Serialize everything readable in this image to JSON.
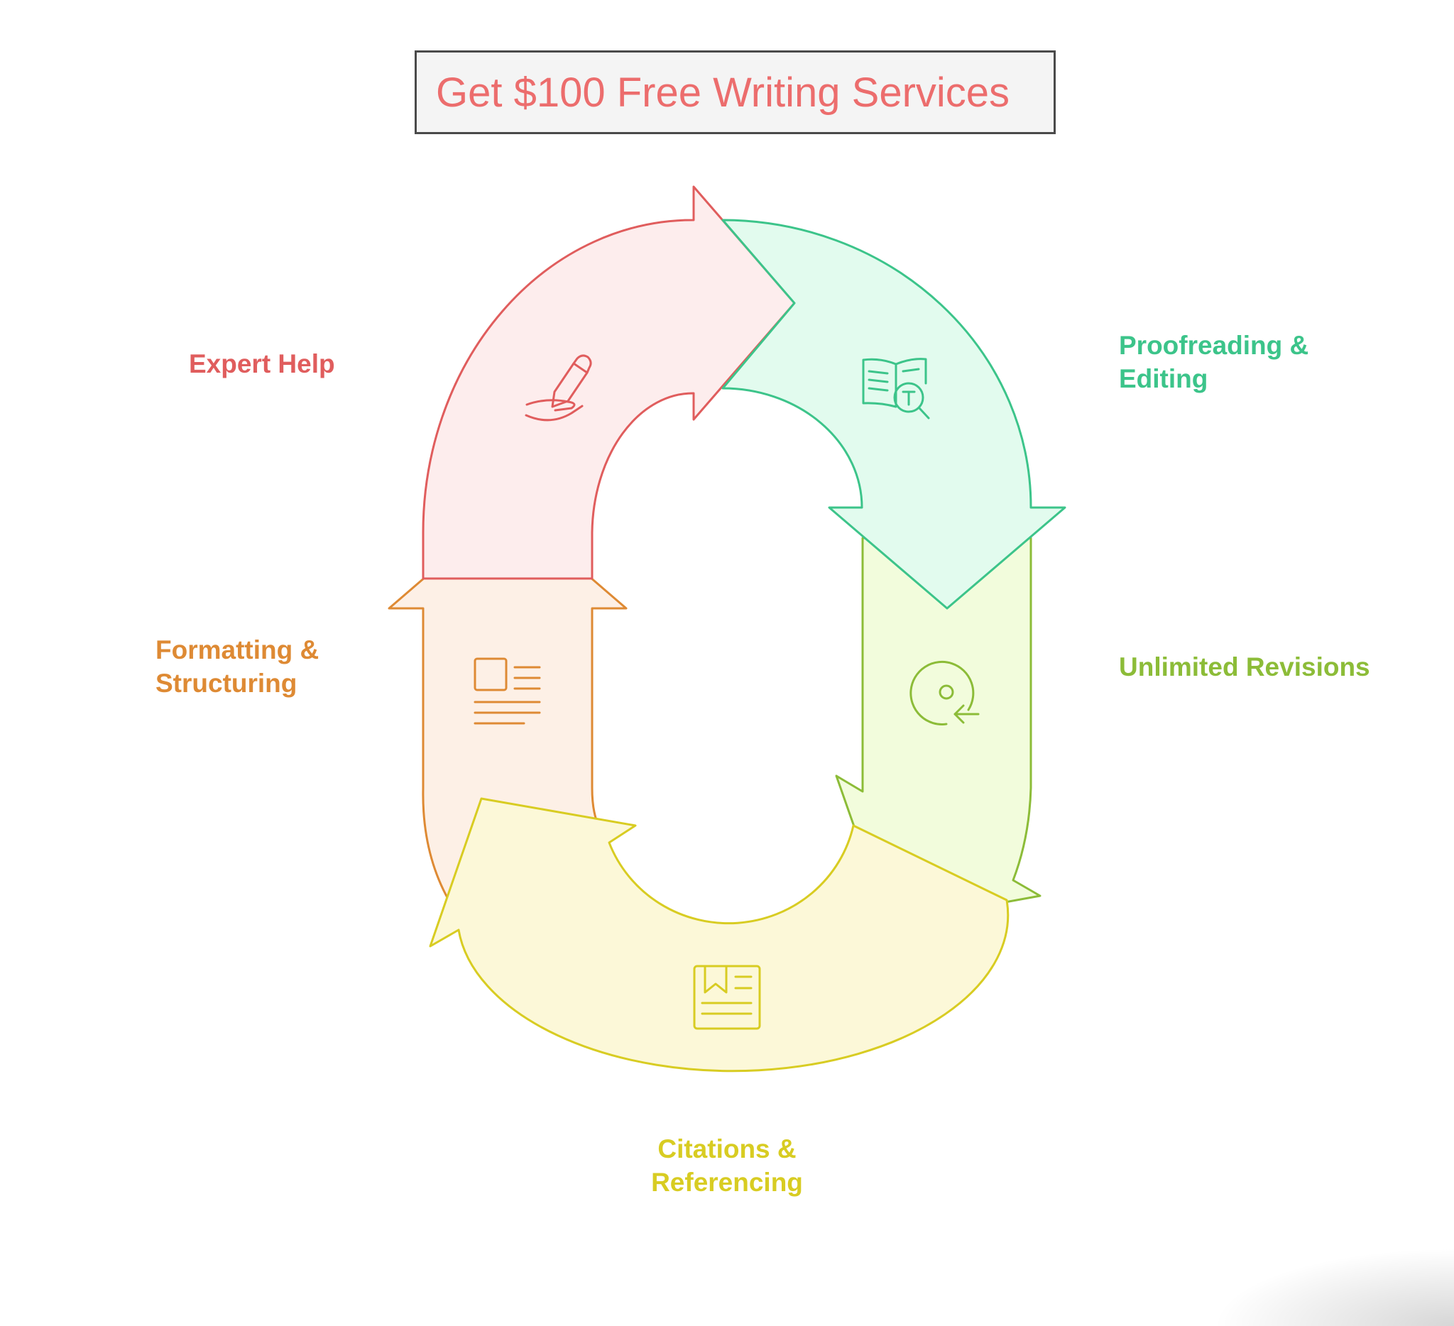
{
  "title": "Get $100 Free Writing Services",
  "colors": {
    "expert": "#e05d5d",
    "proofreading": "#3cc48a",
    "revisions": "#8cbc38",
    "citations": "#d8cc22",
    "formatting": "#de8a34"
  },
  "steps": [
    {
      "id": "expert-help",
      "label_lines": [
        "Expert Help"
      ],
      "icon": "hand-pencil-icon",
      "color": "#e05d5d"
    },
    {
      "id": "proofreading-editing",
      "label_lines": [
        "Proofreading &",
        "Editing"
      ],
      "icon": "book-text-search-icon",
      "color": "#3cc48a"
    },
    {
      "id": "unlimited-revisions",
      "label_lines": [
        "Unlimited Revisions"
      ],
      "icon": "revision-cycle-icon",
      "color": "#8cbc38"
    },
    {
      "id": "citations-referencing",
      "label_lines": [
        "Citations &",
        "Referencing"
      ],
      "icon": "bookmark-document-icon",
      "color": "#d8cc22"
    },
    {
      "id": "formatting-structuring",
      "label_lines": [
        "Formatting &",
        "Structuring"
      ],
      "icon": "layout-document-icon",
      "color": "#de8a34"
    }
  ]
}
